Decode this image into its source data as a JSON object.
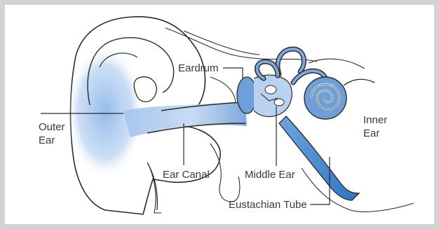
{
  "labels": {
    "outer_ear": [
      "Outer",
      "Ear"
    ],
    "eardrum": "Eardrum",
    "ear_canal": "Ear Canal",
    "middle_ear": "Middle Ear",
    "inner_ear": [
      "Inner",
      "Ear"
    ],
    "eustachian_tube": "Eustachian Tube"
  },
  "colors": {
    "frame": "#d2d2d2",
    "fluid_blue": "#8fb8e8",
    "deep_blue": "#3d82c9",
    "line": "#2a2a2a",
    "text": "#3a3a3a"
  }
}
